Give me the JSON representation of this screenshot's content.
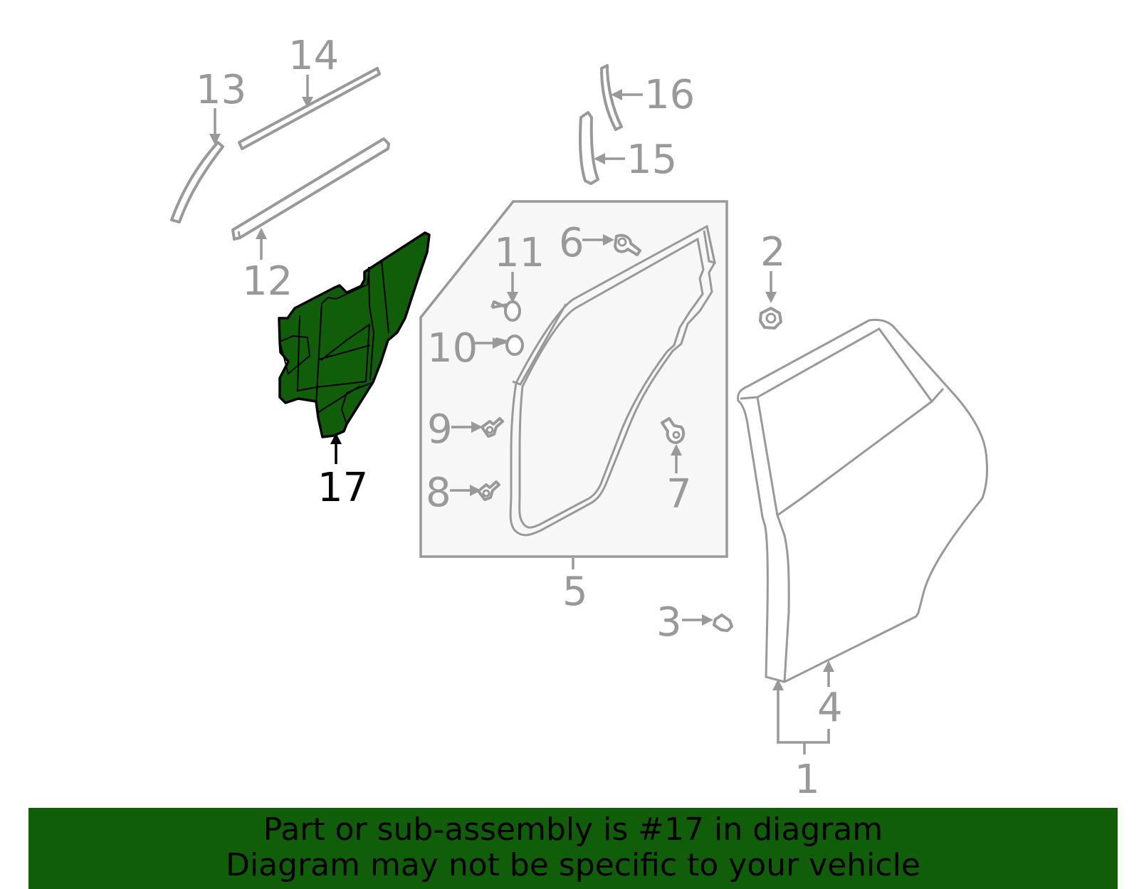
{
  "colors": {
    "highlight": "#115e0a",
    "part_outline": "#999999",
    "panel_fill": "#f7f7f7",
    "highlight_text": "#000000"
  },
  "callouts": {
    "c1": "1",
    "c2": "2",
    "c3": "3",
    "c4": "4",
    "c5": "5",
    "c6": "6",
    "c7": "7",
    "c8": "8",
    "c9": "9",
    "c10": "10",
    "c11": "11",
    "c12": "12",
    "c13": "13",
    "c14": "14",
    "c15": "15",
    "c16": "16",
    "c17": "17"
  },
  "highlighted_part": "17",
  "banner": {
    "line1": "Part or sub-assembly is #17 in diagram",
    "line2": "Diagram may not be specific to your vehicle"
  }
}
